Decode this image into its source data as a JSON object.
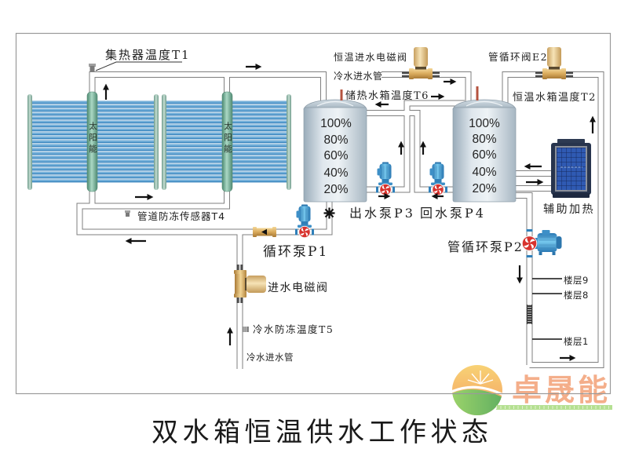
{
  "title": "双水箱恒温供水工作状态",
  "logo": {
    "brand_name": "卓晟能"
  },
  "collectors": [
    {
      "header_label": "太阳能"
    },
    {
      "header_label": "太阳能"
    }
  ],
  "sensors": {
    "collector_temp": "集热器温度T1",
    "pipe_antifreeze": "管道防冻传感器T4",
    "cold_water_antifreeze": "冷水防冻温度T5",
    "storage_tank_temp": "储热水箱温度T6",
    "constant_tank_temp": "恒温水箱温度T2"
  },
  "pumps": {
    "circulation": "循环泵P1",
    "outlet": "出水泵P3",
    "return": "回水泵P4",
    "pipe_circulation": "管循环泵P2"
  },
  "valves": {
    "inlet_solenoid": "进水电磁阀",
    "constant_temp_inlet_solenoid": "恒温进水电磁阀",
    "pipe_circulation_valve": "管循环阀E2"
  },
  "pipes": {
    "cold_water_inlet_top": "冷水进水管",
    "cold_water_inlet_bottom": "冷水进水管"
  },
  "heater": {
    "label": "辅助加热"
  },
  "tanks": [
    {
      "levels": [
        "100%",
        "80%",
        "60%",
        "40%",
        "20%"
      ]
    },
    {
      "levels": [
        "100%",
        "80%",
        "60%",
        "40%",
        "20%"
      ]
    }
  ],
  "floors": [
    "楼层9",
    "楼层8",
    "楼层1"
  ],
  "colors": {
    "arrow": "#111111",
    "pipe_outline": "#7f7f7f",
    "logo_text": "#f3a37a",
    "collector_tube": "#3b86bf",
    "pump_body": "#2f7fb8",
    "pump_impeller": "#d8332e",
    "valve_brass": "#d9aa5c"
  }
}
